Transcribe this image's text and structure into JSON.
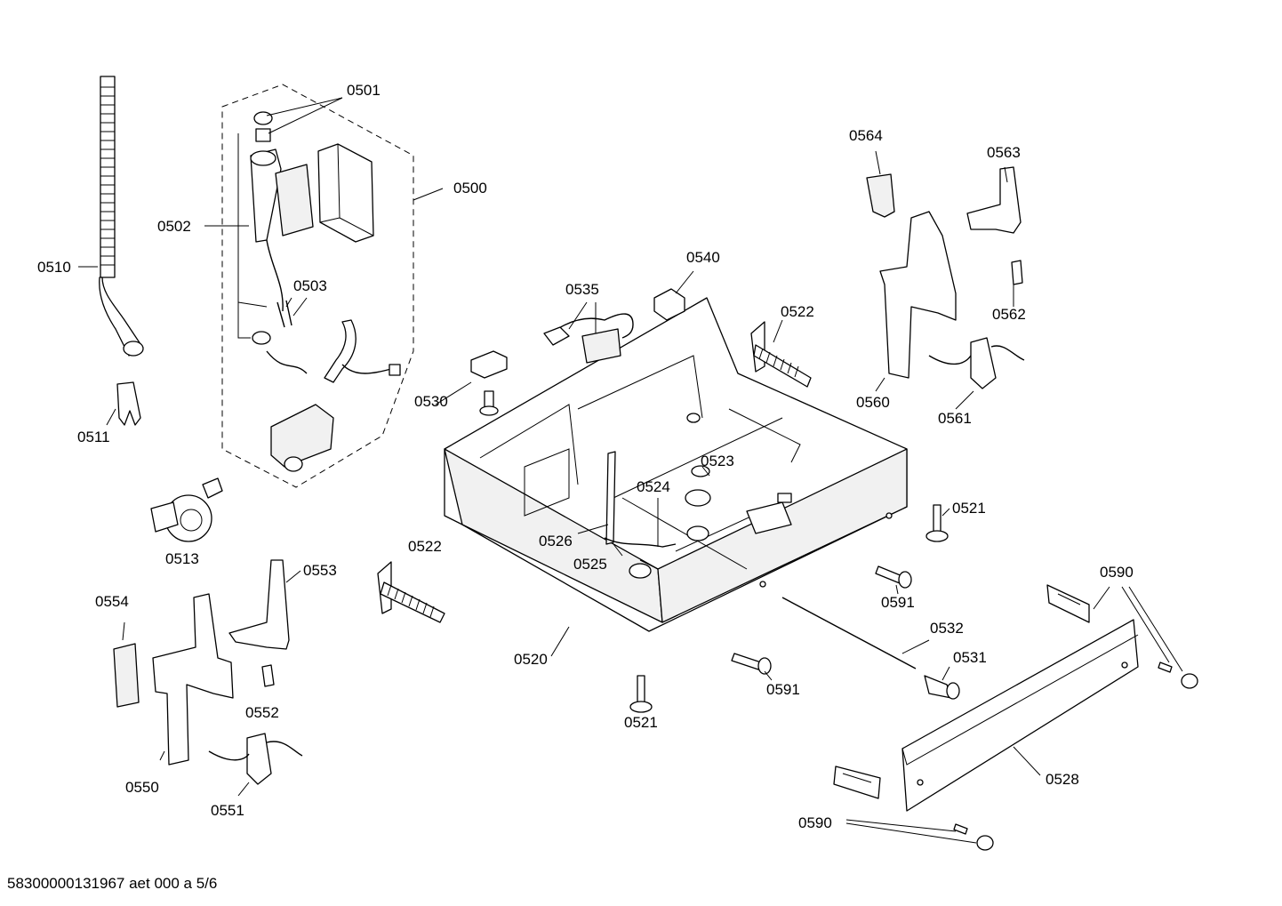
{
  "labels": {
    "p0501": "0501",
    "p0500": "0500",
    "p0502": "0502",
    "p0510": "0510",
    "p0503": "0503",
    "p0511": "0511",
    "p0513": "0513",
    "p0554": "0554",
    "p0553": "0553",
    "p0552": "0552",
    "p0550": "0550",
    "p0551": "0551",
    "p0522a": "0522",
    "p0520": "0520",
    "p0521a": "0521",
    "p0526": "0526",
    "p0525": "0525",
    "p0524": "0524",
    "p0523": "0523",
    "p0530": "0530",
    "p0535": "0535",
    "p0540": "0540",
    "p0522b": "0522",
    "p0564": "0564",
    "p0563": "0563",
    "p0562": "0562",
    "p0560": "0560",
    "p0561": "0561",
    "p0521b": "0521",
    "p0591a": "0591",
    "p0591b": "0591",
    "p0532": "0532",
    "p0531": "0531",
    "p0590a": "0590",
    "p0590b": "0590",
    "p0528": "0528"
  },
  "footer": "58300000131967 aet 000 a 5/6"
}
